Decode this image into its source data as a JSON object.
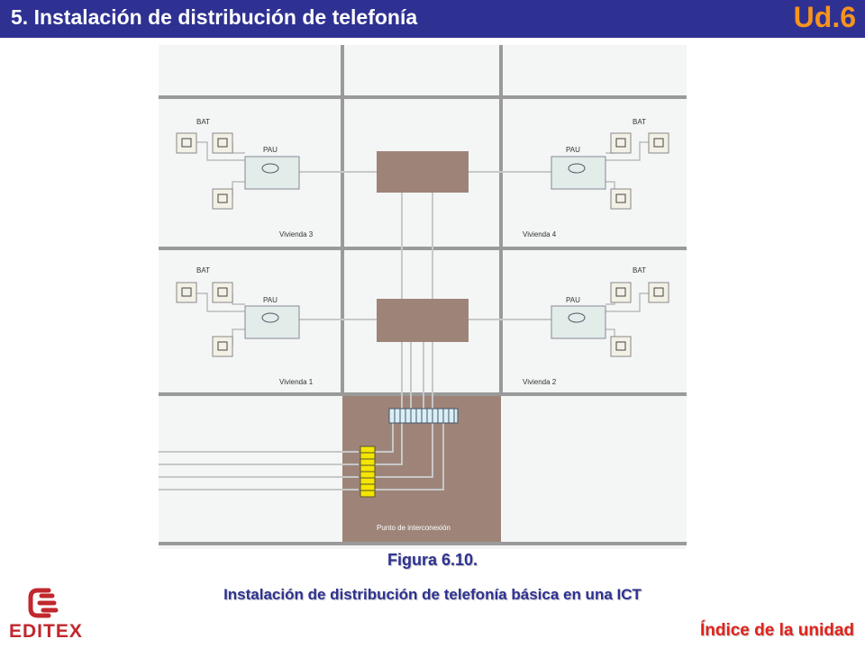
{
  "header": {
    "title": "5.  Instalación de distribución de telefonía",
    "unit": "Ud.6"
  },
  "diagram": {
    "dwellings": [
      {
        "label": "Vivienda 3",
        "bat_label": "BAT",
        "pau_label": "PAU"
      },
      {
        "label": "Vivienda 4",
        "bat_label": "BAT",
        "pau_label": "PAU"
      },
      {
        "label": "Vivienda 1",
        "bat_label": "BAT",
        "pau_label": "PAU"
      },
      {
        "label": "Vivienda 2",
        "bat_label": "BAT",
        "pau_label": "PAU"
      }
    ],
    "interconnection_label": "Punto de interconexión"
  },
  "caption": {
    "figure": "Figura 6.10.",
    "text": "Instalación de distribución de telefonía básica en una ICT"
  },
  "footer": {
    "logo_text": "EDITEX",
    "index_link": "Índice de la unidad"
  },
  "colors": {
    "header_bg": "#2e3192",
    "unit_badge": "#f7941d",
    "index_link": "#e2231a",
    "box_brown": "#9e8478",
    "logo_red": "#c1272d"
  }
}
